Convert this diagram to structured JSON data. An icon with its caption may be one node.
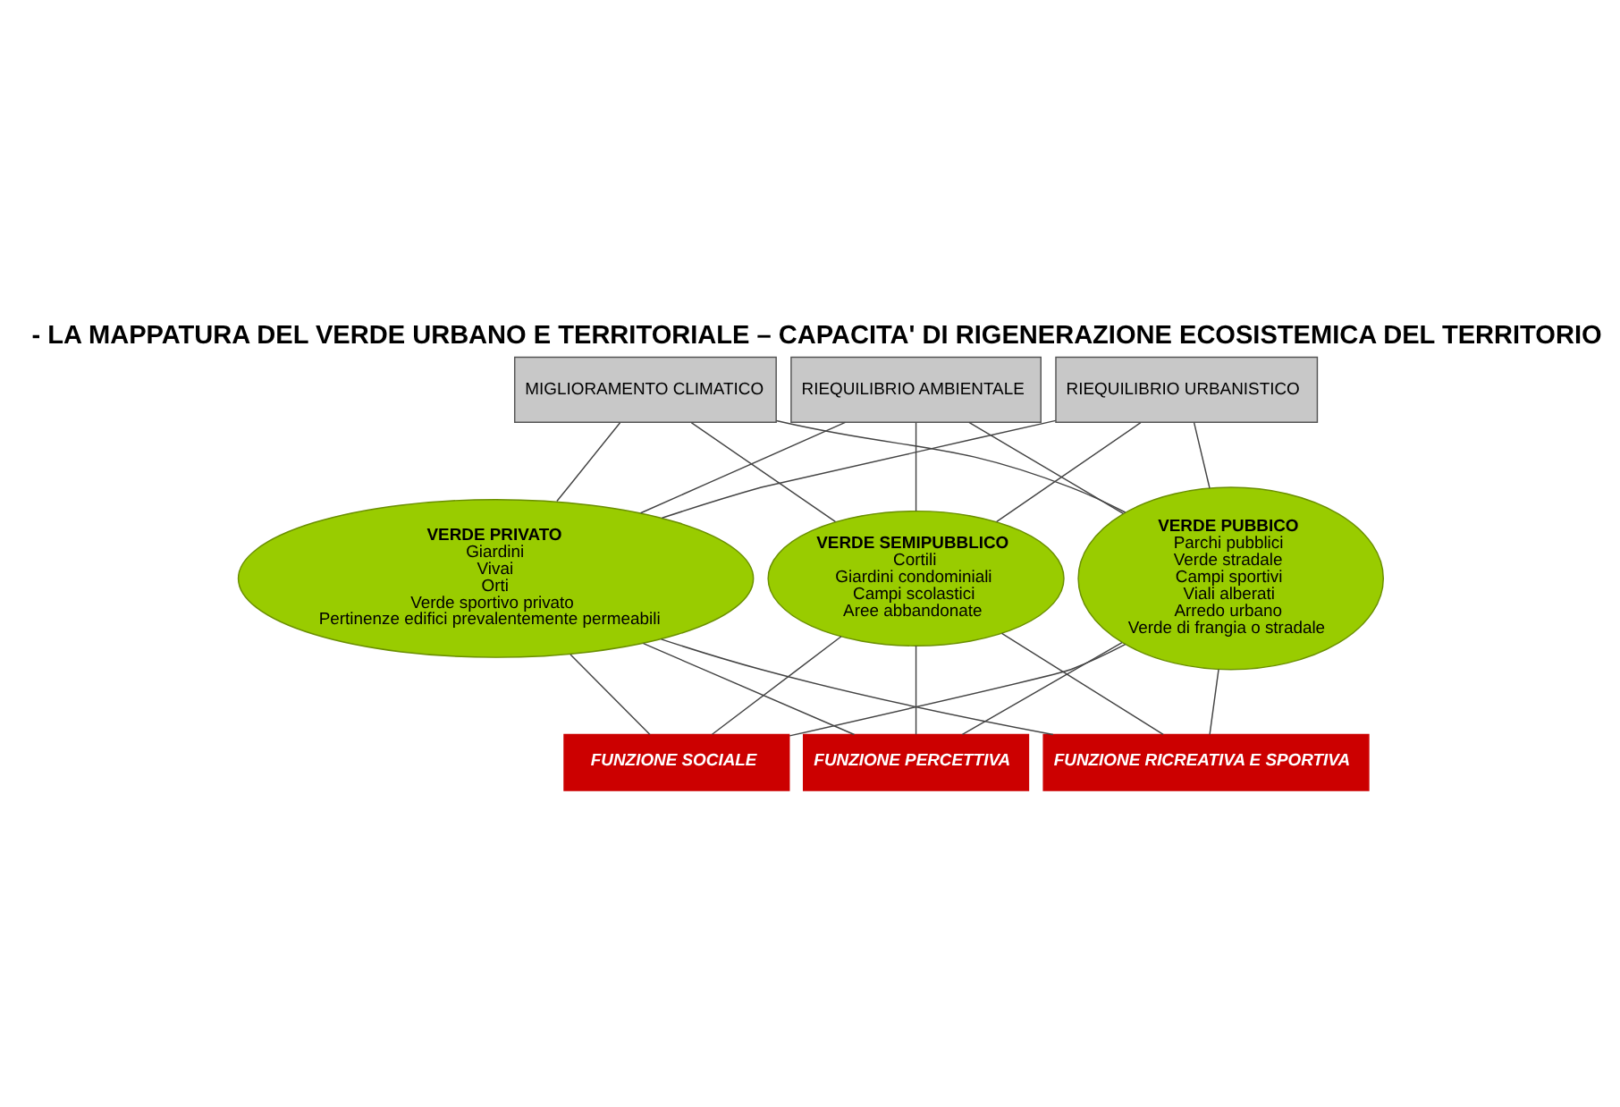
{
  "diagram": {
    "title": "- LA MAPPATURA DEL VERDE URBANO E TERRITORIALE – CAPACITA' DI RIGENERAZIONE ECOSISTEMICA DEL TERRITORIO",
    "nodes": [
      {
        "text": [
          "MIGLIORAMENTO CLIMATICO"
        ]
      },
      {
        "text": [
          "RIEQUILIBRIO AMBIENTALE"
        ]
      },
      {
        "text": [
          "RIEQUILIBRIO URBANISTICO"
        ]
      },
      {
        "text": [
          "VERDE PRIVATO",
          "Giardini",
          "Vivai",
          "Orti",
          "Verde sportivo privato",
          "Pertinenze edifici prevalentemente permeabili"
        ]
      },
      {
        "text": [
          "VERDE SEMIPUBBLICO",
          "Cortili",
          "Giardini condominiali",
          "Campi scolastici",
          "Aree abbandonate"
        ]
      },
      {
        "text": [
          "VERDE PUBBICO",
          "Parchi pubblici",
          "Verde stradale",
          "Campi sportivi",
          "Viali alberati",
          "Arredo urbano",
          "Verde di frangia o stradale"
        ]
      },
      {
        "text": [
          "FUNZIONE SOCIALE"
        ]
      },
      {
        "text": [
          "FUNZIONE PERCETTIVA"
        ]
      },
      {
        "text": [
          "FUNZIONE RICREATIVA E SPORTIVA"
        ]
      }
    ],
    "edges": [
      {
        "from": 0,
        "to": 3,
        "arrow": "none"
      },
      {
        "from": 0,
        "to": 4,
        "arrow": "none"
      },
      {
        "from": 0,
        "to": 5,
        "arrow": "none"
      },
      {
        "from": 1,
        "to": 3,
        "arrow": "none"
      },
      {
        "from": 1,
        "to": 4,
        "arrow": "none"
      },
      {
        "from": 1,
        "to": 5,
        "arrow": "none"
      },
      {
        "from": 2,
        "to": 3,
        "arrow": "none"
      },
      {
        "from": 2,
        "to": 4,
        "arrow": "none"
      },
      {
        "from": 2,
        "to": 5,
        "arrow": "none"
      },
      {
        "from": 3,
        "to": 6,
        "arrow": "none"
      },
      {
        "from": 3,
        "to": 7,
        "arrow": "none"
      },
      {
        "from": 3,
        "to": 8,
        "arrow": "none"
      },
      {
        "from": 4,
        "to": 6,
        "arrow": "none"
      },
      {
        "from": 4,
        "to": 7,
        "arrow": "none"
      },
      {
        "from": 4,
        "to": 8,
        "arrow": "none"
      },
      {
        "from": 5,
        "to": 6,
        "arrow": "none"
      },
      {
        "from": 5,
        "to": 7,
        "arrow": "none"
      },
      {
        "from": 5,
        "to": 8,
        "arrow": "none"
      }
    ]
  }
}
